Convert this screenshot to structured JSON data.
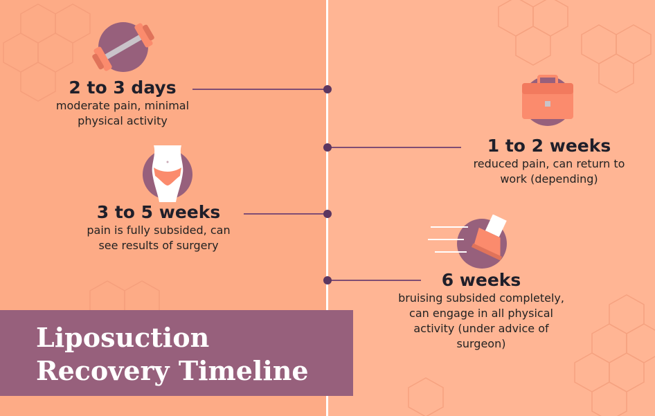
{
  "title": "Liposuction Recovery Timeline",
  "colors": {
    "bg_left": "#fdab86",
    "bg_right": "#ffb594",
    "accent_purple": "#97607c",
    "connector": "#7f4d74",
    "dot": "#5c3660",
    "icon_salmon": "#fb8b6d",
    "axis": "#ffffff"
  },
  "milestones": [
    {
      "heading": "2 to 3 days",
      "description": "moderate pain, minimal physical activity",
      "icon": "dumbbell-icon"
    },
    {
      "heading": "1 to 2 weeks",
      "description": "reduced pain, can return to work (depending)",
      "icon": "briefcase-icon"
    },
    {
      "heading": "3 to 5 weeks",
      "description": "pain is fully subsided, can see results of surgery",
      "icon": "torso-icon"
    },
    {
      "heading": "6 weeks",
      "description": "bruising subsided completely, can engage in all physical activity (under advice of surgeon)",
      "icon": "running-shoe-icon"
    }
  ]
}
